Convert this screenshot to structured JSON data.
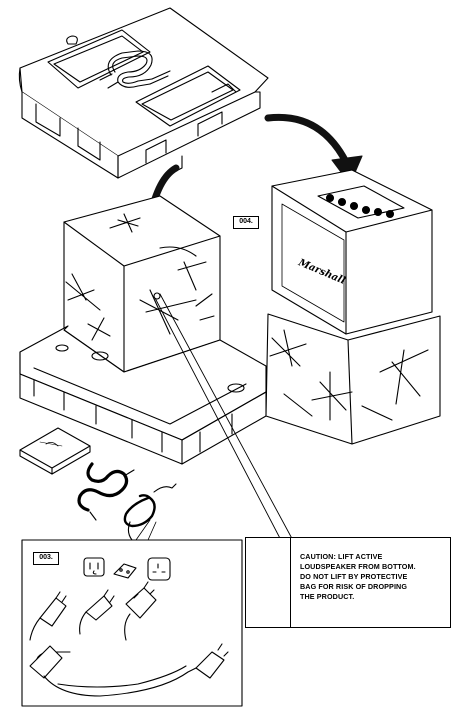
{
  "steps": {
    "cable_step": "003.",
    "unpack_step": "004."
  },
  "brand": {
    "logo_text": "Marshall"
  },
  "caution": {
    "text": "CAUTION: LIFT ACTIVE\nLOUDSPEAKER FROM BOTTOM.\nDO NOT LIFT BY PROTECTIVE\nBAG FOR RISK OF DROPPING\nTHE PRODUCT.",
    "icon": "exclamation-icon"
  },
  "colors": {
    "line": "#000000",
    "arrow": "#111111",
    "background": "#ffffff"
  }
}
